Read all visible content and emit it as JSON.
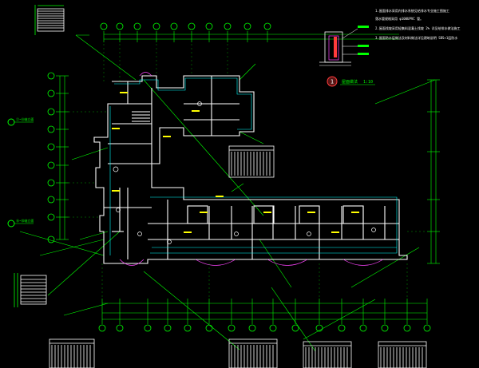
{
  "notes": {
    "line1": "1.屋面排水采用内排水系统见给排水专业施工图施工",
    "line2": "  落水管规格采用 φ100UPVC 管。",
    "line3": "2.屋面找坡采用轻集料混凝土找坡 2% 详见给排水做法施工",
    "line4": "3.屋面防水层做法及材料做法详见建筑说明  SBS+1层防水",
    "detail_title": "屋面做法",
    "detail_scale": "1:10",
    "detail_number": "1"
  },
  "side_labels": {
    "upper": "②~⑩轴立面",
    "lower": "⑩~⑳轴立面"
  },
  "colors": {
    "background": "#000000",
    "wall": "#ffffff",
    "dimension": "#00ff00",
    "leader": "#00ff00",
    "axis_bubble": "#00ff00",
    "room_text": "#ffffff",
    "accent": "#ffff00",
    "cyan_text": "#00ffff",
    "callout": "#ff3b3b",
    "magenta": "#ff44ff"
  }
}
